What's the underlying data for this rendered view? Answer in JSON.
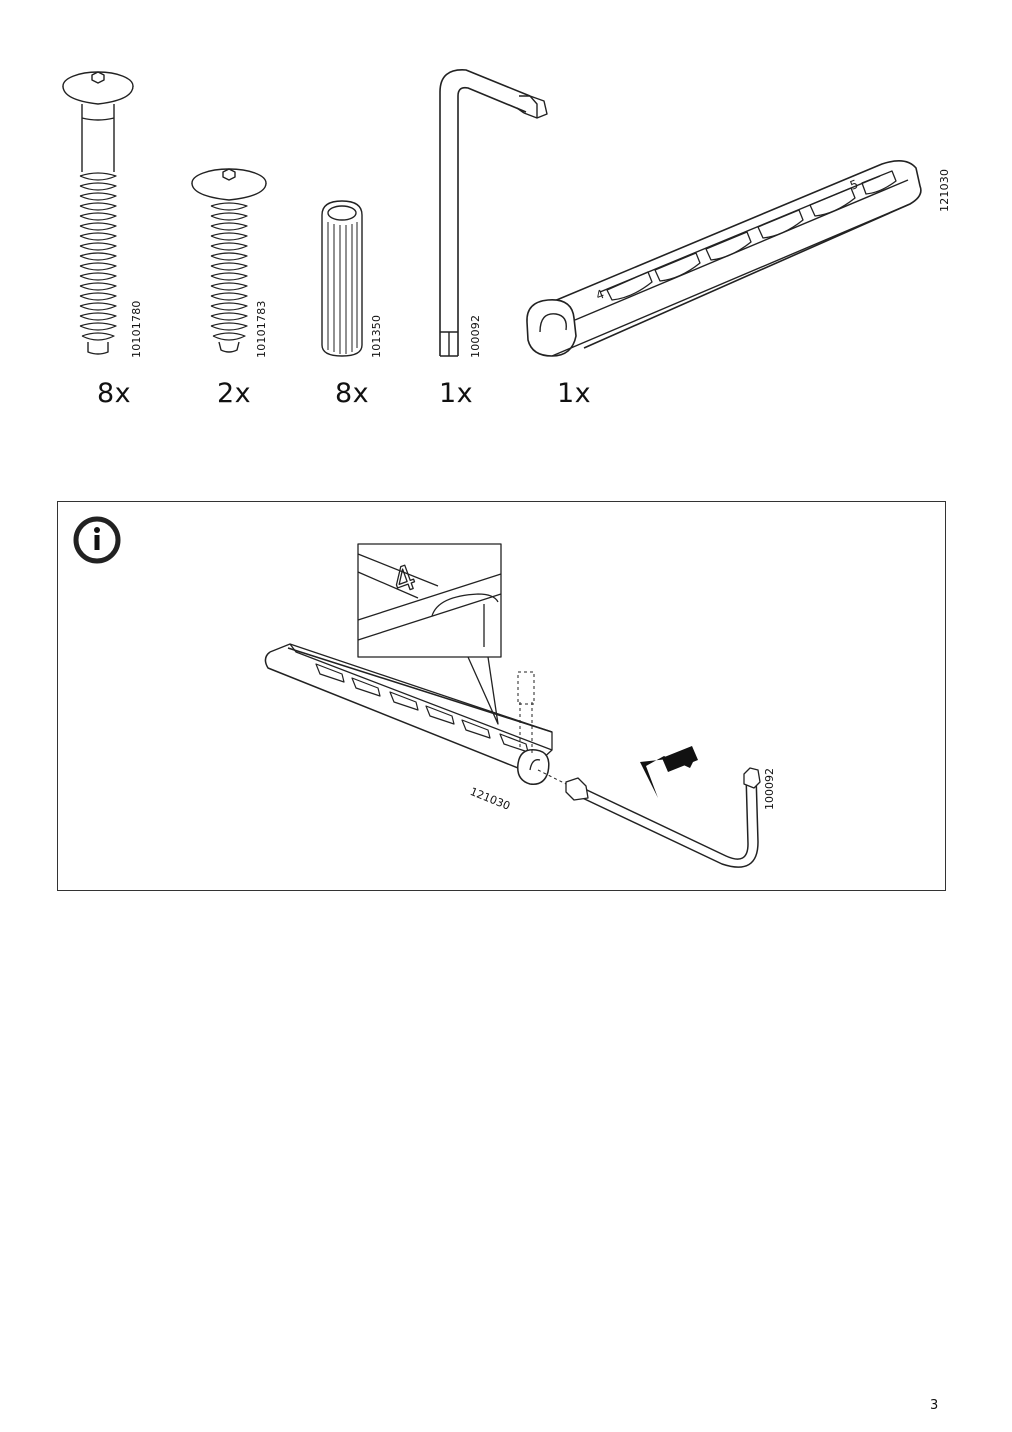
{
  "parts": [
    {
      "code": "10101780",
      "qty": "8x",
      "icon": "long-screw-icon"
    },
    {
      "code": "10101783",
      "qty": "2x",
      "icon": "short-screw-icon"
    },
    {
      "code": "101350",
      "qty": "8x",
      "icon": "dowel-icon"
    },
    {
      "code": "100092",
      "qty": "1x",
      "icon": "allen-key-icon"
    },
    {
      "code": "121030",
      "qty": "1x",
      "icon": "key-holder-bar-icon"
    }
  ],
  "info_box": {
    "icon": "info-icon",
    "bar_code": "121030",
    "key_code": "100092",
    "zoom_number": "4"
  },
  "page_number": "3"
}
